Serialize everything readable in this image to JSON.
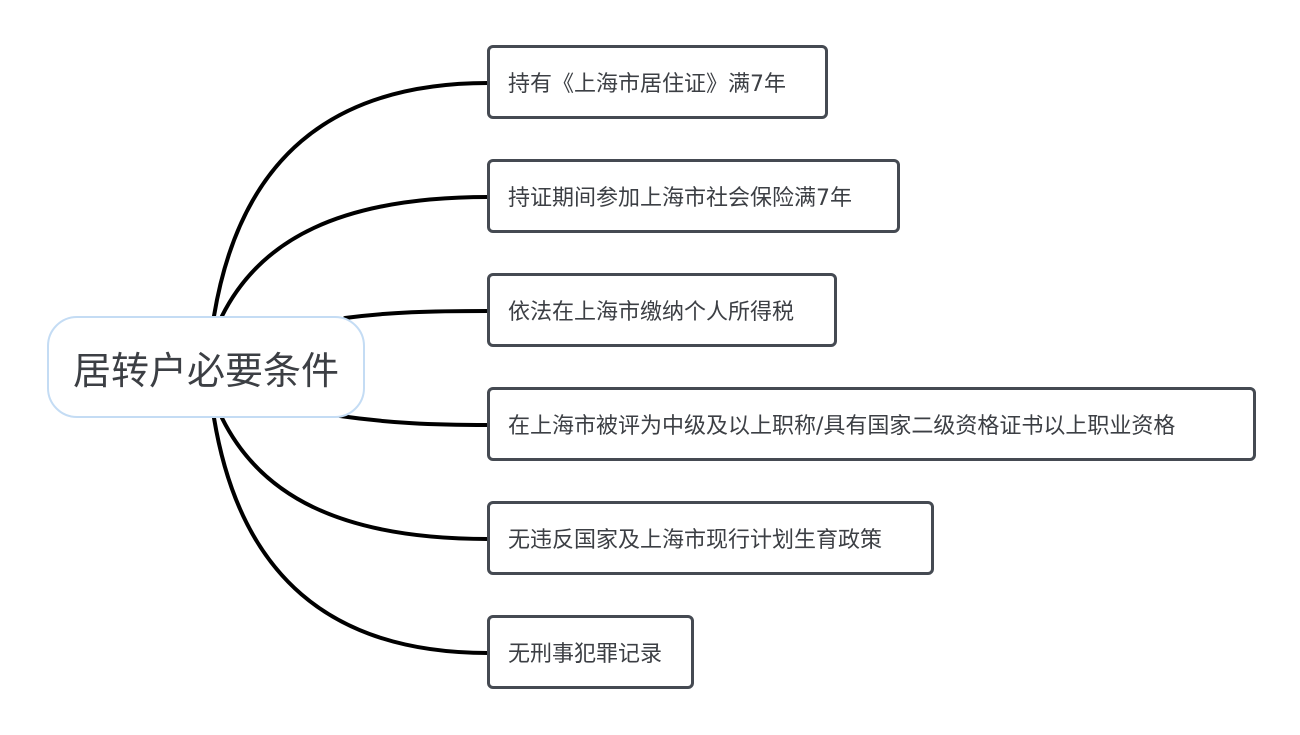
{
  "mindmap": {
    "root": {
      "label": "居转户必要条件"
    },
    "branches": [
      {
        "label": "持有《上海市居住证》满7年"
      },
      {
        "label": "持证期间参加上海市社会保险满7年"
      },
      {
        "label": "依法在上海市缴纳个人所得税"
      },
      {
        "label": "在上海市被评为中级及以上职称/具有国家二级资格证书以上职业资格"
      },
      {
        "label": "无违反国家及上海市现行计划生育政策"
      },
      {
        "label": "无刑事犯罪记录"
      }
    ]
  },
  "colors": {
    "root_border": "#c4dcf4",
    "branch_border": "#454a52",
    "connector": "#000000",
    "text": "#3c3f44"
  }
}
